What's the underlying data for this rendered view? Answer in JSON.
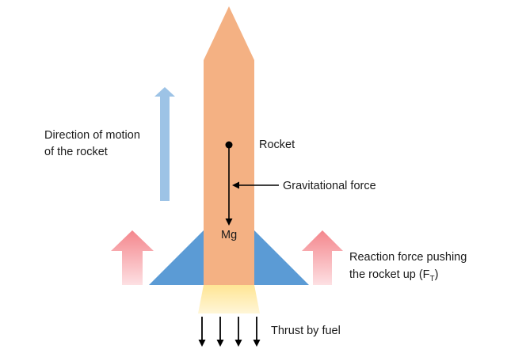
{
  "labels": {
    "direction_line1": "Direction of motion",
    "direction_line2": "of the rocket",
    "rocket": "Rocket",
    "gravitational_force": "Gravitational force",
    "mg": "Mg",
    "reaction_line1": "Reaction force pushing",
    "reaction_line2_main": "the rocket up (F",
    "reaction_subscript": "T",
    "reaction_close": ")",
    "thrust": "Thrust by fuel"
  },
  "colors": {
    "rocket_body": "#f4b183",
    "fins": "#5b9bd5",
    "motion_arrow": "#9dc3e6",
    "reaction_arrow_top": "#f4868c",
    "reaction_arrow_bottom": "#fde0e3",
    "flame_top": "#ffe594",
    "flame_bottom": "#fff6d8",
    "ink": "#000000"
  }
}
